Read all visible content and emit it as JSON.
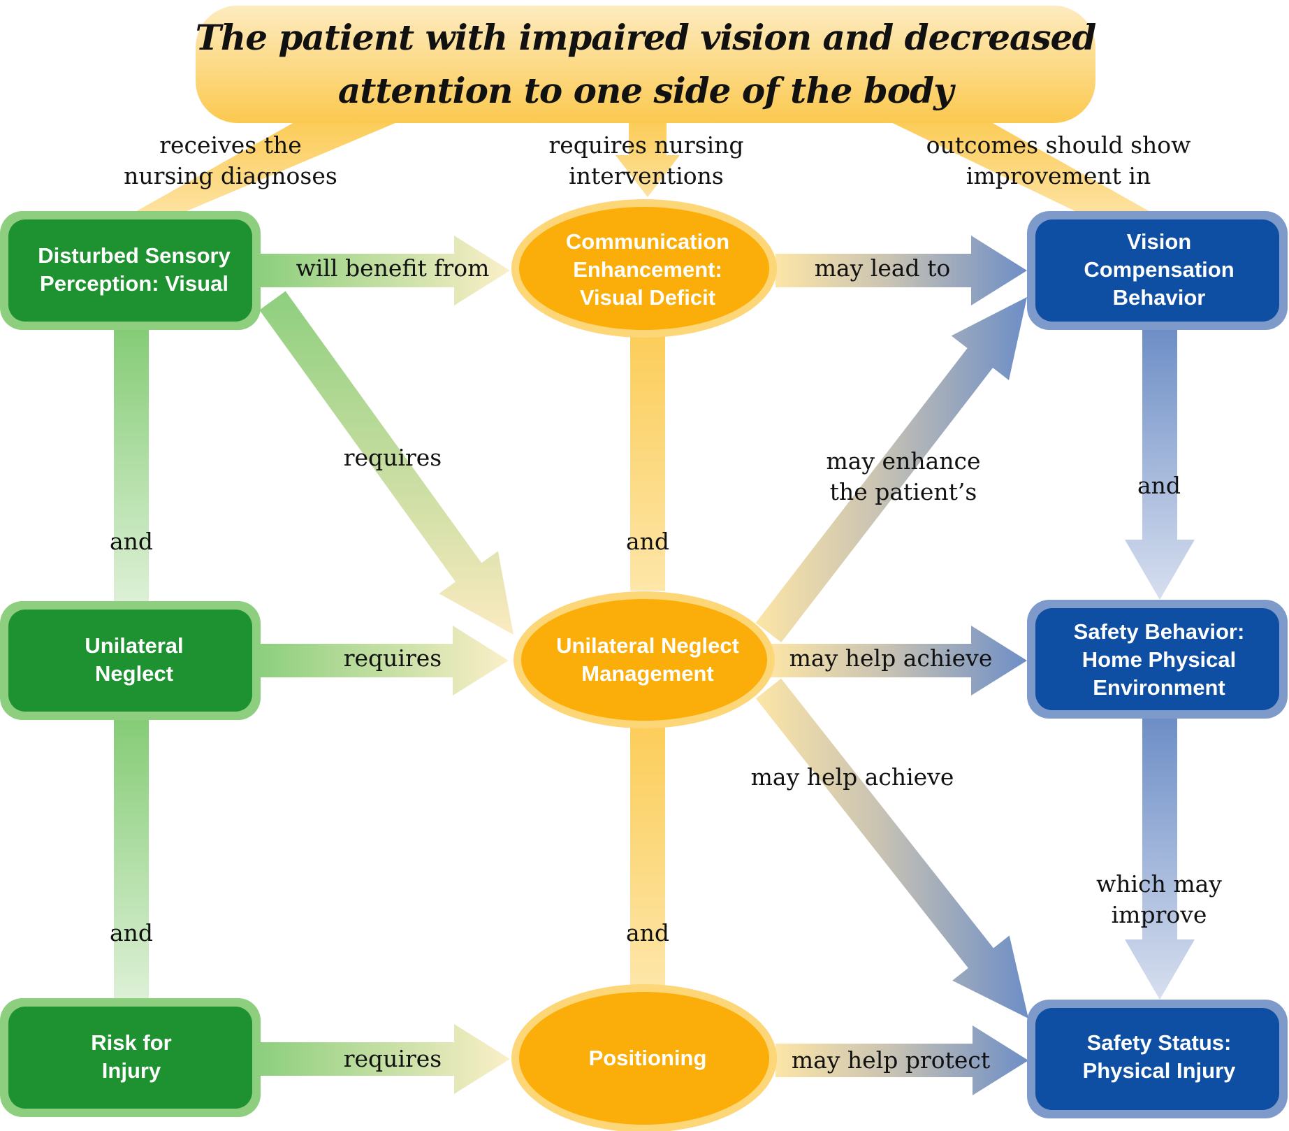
{
  "title": "The patient with impaired vision and decreased\nattention to one side of the body",
  "colors": {
    "diagnosis_fill": "#1E9130",
    "diagnosis_border": "#8DCF7E",
    "intervention_fill": "#FBAE0A",
    "intervention_border": "#FCD677",
    "outcome_fill": "#0E4FA3",
    "outcome_border": "#7D9ACB",
    "banner_top": "#FDE9B8",
    "banner_bottom": "#FBCB55"
  },
  "column_headers": {
    "diagnoses": "receives the\nnursing diagnoses",
    "interventions": "requires nursing\ninterventions",
    "outcomes": "outcomes should show\nimprovement in"
  },
  "diagnoses": [
    {
      "id": "d1",
      "label": "Disturbed Sensory\nPerception: Visual"
    },
    {
      "id": "d2",
      "label": "Unilateral\nNeglect"
    },
    {
      "id": "d3",
      "label": "Risk for\nInjury"
    }
  ],
  "interventions": [
    {
      "id": "i1",
      "label": "Communication\nEnhancement:\nVisual Deficit"
    },
    {
      "id": "i2",
      "label": "Unilateral Neglect\nManagement"
    },
    {
      "id": "i3",
      "label": "Positioning"
    }
  ],
  "outcomes": [
    {
      "id": "o1",
      "label": "Vision\nCompensation\nBehavior"
    },
    {
      "id": "o2",
      "label": "Safety Behavior:\nHome Physical\nEnvironment"
    },
    {
      "id": "o3",
      "label": "Safety Status:\nPhysical Injury"
    }
  ],
  "links": [
    {
      "from": "d1",
      "to": "i1",
      "label": "will benefit from"
    },
    {
      "from": "d1",
      "to": "i2",
      "label": "requires"
    },
    {
      "from": "d2",
      "to": "i2",
      "label": "requires"
    },
    {
      "from": "d3",
      "to": "i3",
      "label": "requires"
    },
    {
      "from": "d1",
      "to": "d2",
      "label": "and"
    },
    {
      "from": "d2",
      "to": "d3",
      "label": "and"
    },
    {
      "from": "i1",
      "to": "i2",
      "label": "and"
    },
    {
      "from": "i2",
      "to": "i3",
      "label": "and"
    },
    {
      "from": "i1",
      "to": "o1",
      "label": "may lead to"
    },
    {
      "from": "i2",
      "to": "o1",
      "label": "may enhance\nthe patient’s"
    },
    {
      "from": "i2",
      "to": "o2",
      "label": "may help achieve"
    },
    {
      "from": "i2",
      "to": "o3",
      "label": "may help achieve"
    },
    {
      "from": "i3",
      "to": "o3",
      "label": "may help protect"
    },
    {
      "from": "o1",
      "to": "o2",
      "label": "and"
    },
    {
      "from": "o2",
      "to": "o3",
      "label": "which may\nimprove"
    }
  ]
}
